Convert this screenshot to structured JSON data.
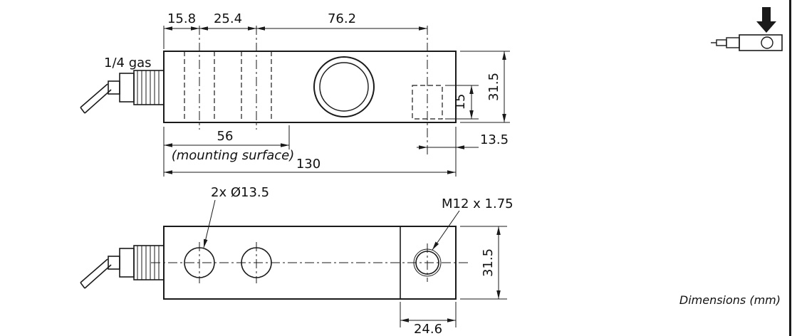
{
  "colors": {
    "background": "#ffffff",
    "line": "#1a1a1a",
    "text": "#111111"
  },
  "side_view": {
    "cable_label": "1/4 gas",
    "dims": {
      "hole1_offset": "15.8",
      "hole_spacing": "25.4",
      "hole_to_load_center": "76.2",
      "mounting_length": "56",
      "mounting_caption": "(mounting surface)",
      "overall_length": "130",
      "load_center_to_end": "13.5",
      "thread_depth": "15",
      "height": "31.5"
    }
  },
  "plan_view": {
    "holes_callout": "2x Ø13.5",
    "thread_callout": "M12 x 1.75",
    "dims": {
      "width": "31.5",
      "end_section_length": "24.6"
    }
  },
  "footer": {
    "note": "Dimensions (mm)"
  }
}
